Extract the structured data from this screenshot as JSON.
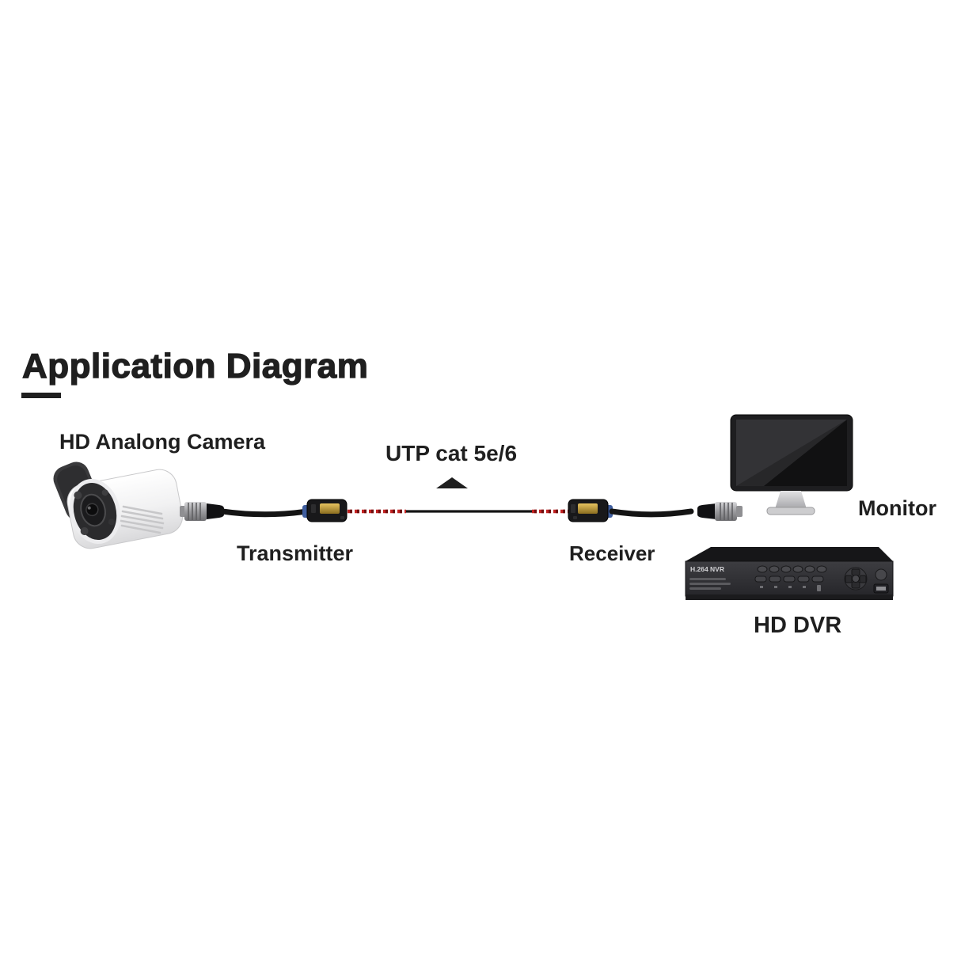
{
  "title": {
    "text": "Application Diagram"
  },
  "labels": {
    "camera": "HD Analong Camera",
    "utp_cable": "UTP cat 5e/6",
    "transmitter": "Transmitter",
    "receiver": "Receiver",
    "monitor": "Monitor",
    "dvr": "HD DVR"
  },
  "dvr": {
    "panel_text": "H.264 NVR"
  },
  "colors": {
    "text": "#1f1f1f",
    "cable_black": "#141414",
    "utp_wire_red": "#c32222",
    "balun_body": "#18181a",
    "balun_label_gold": "#d2a844",
    "balun_ring_blue": "#3e5d9e",
    "bnc_silver": "#b9b9bc",
    "monitor_bezel": "#1e1e20",
    "monitor_stand_silver": "#c7c7c9",
    "dvr_body": "#323236",
    "camera_body_white": "#f4f4f5"
  }
}
